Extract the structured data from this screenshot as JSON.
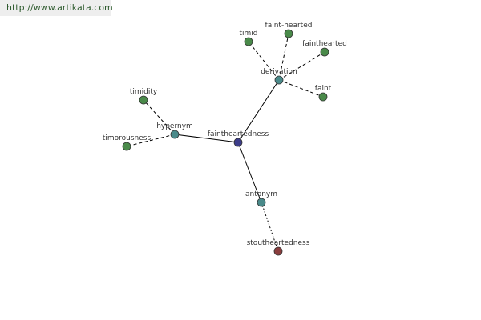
{
  "watermark": {
    "url": "http://www.artikata.com"
  },
  "graph": {
    "center": {
      "id": "c",
      "label": "faintheartedness",
      "color": "#3d3d8a"
    },
    "relations": [
      {
        "id": "der",
        "label": "derivation",
        "color": "#4a8a8a",
        "link": "solid"
      },
      {
        "id": "hyp",
        "label": "hypernym",
        "color": "#4a8a8a",
        "link": "solid"
      },
      {
        "id": "ant",
        "label": "antonym",
        "color": "#4a8a8a",
        "link": "solid"
      }
    ],
    "terms": [
      {
        "id": "t1",
        "label": "timid",
        "parent": "der",
        "color": "#4a8a4a",
        "link": "dashed"
      },
      {
        "id": "t2",
        "label": "faint-hearted",
        "parent": "der",
        "color": "#4a8a4a",
        "link": "dashed"
      },
      {
        "id": "t3",
        "label": "fainthearted",
        "parent": "der",
        "color": "#4a8a4a",
        "link": "dashed"
      },
      {
        "id": "t4",
        "label": "faint",
        "parent": "der",
        "color": "#4a8a4a",
        "link": "dashed"
      },
      {
        "id": "t5",
        "label": "timidity",
        "parent": "hyp",
        "color": "#4a8a4a",
        "link": "dashed"
      },
      {
        "id": "t6",
        "label": "timorousness",
        "parent": "hyp",
        "color": "#4a8a4a",
        "link": "dashed"
      },
      {
        "id": "t7",
        "label": "stoutheartedness",
        "parent": "ant",
        "color": "#8a3d3d",
        "link": "dotted"
      }
    ]
  }
}
